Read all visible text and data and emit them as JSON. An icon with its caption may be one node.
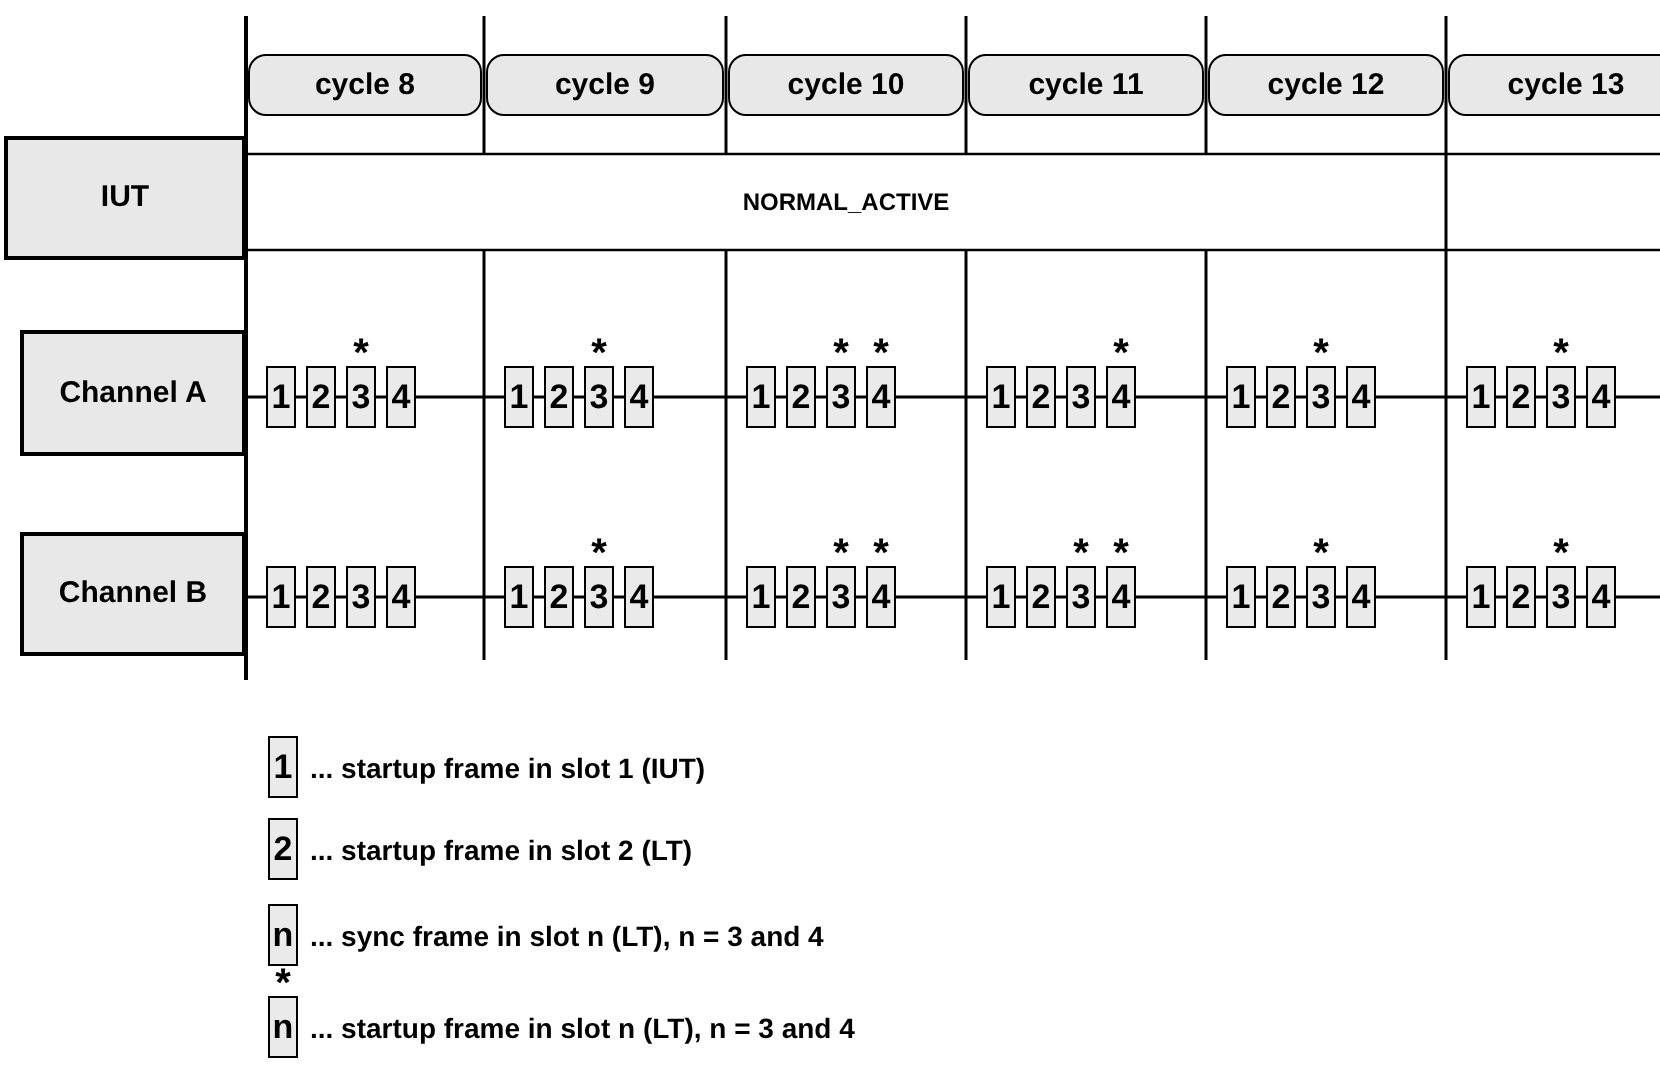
{
  "diagram": {
    "nodes": [
      {
        "text": [
          "IUT"
        ]
      },
      {
        "text": [
          "Channel A"
        ]
      },
      {
        "text": [
          "Channel B"
        ]
      },
      {
        "text": [
          "cycle 8"
        ]
      },
      {
        "text": [
          "cycle 9"
        ]
      },
      {
        "text": [
          "cycle 10"
        ]
      },
      {
        "text": [
          "cycle 11"
        ]
      },
      {
        "text": [
          "cycle 12"
        ]
      },
      {
        "text": [
          "cycle 13"
        ]
      },
      {
        "text": [
          "NORMAL_ACTIVE"
        ]
      },
      {
        "text": [
          "1"
        ]
      },
      {
        "text": [
          "2"
        ]
      },
      {
        "text": [
          "3"
        ],
        "beside": [
          "*"
        ]
      },
      {
        "text": [
          "4"
        ]
      },
      {
        "text": [
          "1"
        ]
      },
      {
        "text": [
          "2"
        ]
      },
      {
        "text": [
          "3"
        ],
        "beside": [
          "*"
        ]
      },
      {
        "text": [
          "4"
        ]
      },
      {
        "text": [
          "1"
        ]
      },
      {
        "text": [
          "2"
        ]
      },
      {
        "text": [
          "3"
        ],
        "beside": [
          "*"
        ]
      },
      {
        "text": [
          "4"
        ],
        "beside": [
          "*"
        ]
      },
      {
        "text": [
          "1"
        ]
      },
      {
        "text": [
          "2"
        ]
      },
      {
        "text": [
          "3"
        ]
      },
      {
        "text": [
          "4"
        ],
        "beside": [
          "*"
        ]
      },
      {
        "text": [
          "1"
        ]
      },
      {
        "text": [
          "2"
        ]
      },
      {
        "text": [
          "3"
        ],
        "beside": [
          "*"
        ]
      },
      {
        "text": [
          "4"
        ]
      },
      {
        "text": [
          "1"
        ]
      },
      {
        "text": [
          "2"
        ]
      },
      {
        "text": [
          "3"
        ],
        "beside": [
          "*"
        ]
      },
      {
        "text": [
          "4"
        ]
      },
      {
        "text": [
          "1"
        ]
      },
      {
        "text": [
          "2"
        ]
      },
      {
        "text": [
          "3"
        ]
      },
      {
        "text": [
          "4"
        ]
      },
      {
        "text": [
          "1"
        ]
      },
      {
        "text": [
          "2"
        ]
      },
      {
        "text": [
          "3"
        ],
        "beside": [
          "*"
        ]
      },
      {
        "text": [
          "4"
        ]
      },
      {
        "text": [
          "1"
        ]
      },
      {
        "text": [
          "2"
        ]
      },
      {
        "text": [
          "3"
        ],
        "beside": [
          "*"
        ]
      },
      {
        "text": [
          "4"
        ],
        "beside": [
          "*"
        ]
      },
      {
        "text": [
          "1"
        ]
      },
      {
        "text": [
          "2"
        ]
      },
      {
        "text": [
          "3"
        ],
        "beside": [
          "*"
        ]
      },
      {
        "text": [
          "4"
        ],
        "beside": [
          "*"
        ]
      },
      {
        "text": [
          "1"
        ]
      },
      {
        "text": [
          "2"
        ]
      },
      {
        "text": [
          "3"
        ],
        "beside": [
          "*"
        ]
      },
      {
        "text": [
          "4"
        ]
      },
      {
        "text": [
          "1"
        ]
      },
      {
        "text": [
          "2"
        ]
      },
      {
        "text": [
          "3"
        ],
        "beside": [
          "*"
        ]
      },
      {
        "text": [
          "4"
        ]
      },
      {
        "text": [
          "1"
        ]
      },
      {
        "text": [
          "2"
        ]
      },
      {
        "text": [
          "n"
        ]
      },
      {
        "text": [
          "n"
        ],
        "beside": [
          "*"
        ]
      }
    ],
    "edges": [
      {
        "from": 1,
        "to": 10,
        "arrow": "none"
      },
      {
        "from": 10,
        "to": 11,
        "arrow": "none"
      },
      {
        "from": 11,
        "to": 12,
        "arrow": "none"
      },
      {
        "from": 12,
        "to": 13,
        "arrow": "none"
      },
      {
        "from": 13,
        "to": 14,
        "arrow": "none"
      },
      {
        "from": 14,
        "to": 15,
        "arrow": "none"
      },
      {
        "from": 15,
        "to": 16,
        "arrow": "none"
      },
      {
        "from": 16,
        "to": 17,
        "arrow": "none"
      },
      {
        "from": 17,
        "to": 18,
        "arrow": "none"
      },
      {
        "from": 18,
        "to": 19,
        "arrow": "none"
      },
      {
        "from": 19,
        "to": 20,
        "arrow": "none"
      },
      {
        "from": 20,
        "to": 21,
        "arrow": "none"
      },
      {
        "from": 21,
        "to": 22,
        "arrow": "none"
      },
      {
        "from": 22,
        "to": 23,
        "arrow": "none"
      },
      {
        "from": 23,
        "to": 24,
        "arrow": "none"
      },
      {
        "from": 24,
        "to": 25,
        "arrow": "none"
      },
      {
        "from": 25,
        "to": 26,
        "arrow": "none"
      },
      {
        "from": 26,
        "to": 27,
        "arrow": "none"
      },
      {
        "from": 27,
        "to": 28,
        "arrow": "none"
      },
      {
        "from": 28,
        "to": 29,
        "arrow": "none"
      },
      {
        "from": 29,
        "to": 30,
        "arrow": "none"
      },
      {
        "from": 30,
        "to": 31,
        "arrow": "none"
      },
      {
        "from": 31,
        "to": 32,
        "arrow": "none"
      },
      {
        "from": 32,
        "to": 33,
        "arrow": "none"
      },
      {
        "from": 33,
        "to": null,
        "arrow": "none"
      },
      {
        "from": 2,
        "to": 34,
        "arrow": "none"
      },
      {
        "from": 34,
        "to": 35,
        "arrow": "none"
      },
      {
        "from": 35,
        "to": 36,
        "arrow": "none"
      },
      {
        "from": 36,
        "to": 37,
        "arrow": "none"
      },
      {
        "from": 37,
        "to": 38,
        "arrow": "none"
      },
      {
        "from": 38,
        "to": 39,
        "arrow": "none"
      },
      {
        "from": 39,
        "to": 40,
        "arrow": "none"
      },
      {
        "from": 40,
        "to": 41,
        "arrow": "none"
      },
      {
        "from": 41,
        "to": 42,
        "arrow": "none"
      },
      {
        "from": 42,
        "to": 43,
        "arrow": "none"
      },
      {
        "from": 43,
        "to": 44,
        "arrow": "none"
      },
      {
        "from": 44,
        "to": 45,
        "arrow": "none"
      },
      {
        "from": 45,
        "to": 46,
        "arrow": "none"
      },
      {
        "from": 46,
        "to": 47,
        "arrow": "none"
      },
      {
        "from": 47,
        "to": 48,
        "arrow": "none"
      },
      {
        "from": 48,
        "to": 49,
        "arrow": "none"
      },
      {
        "from": 49,
        "to": 50,
        "arrow": "none"
      },
      {
        "from": 50,
        "to": 51,
        "arrow": "none"
      },
      {
        "from": 51,
        "to": 52,
        "arrow": "none"
      },
      {
        "from": 52,
        "to": 53,
        "arrow": "none"
      },
      {
        "from": 53,
        "to": 54,
        "arrow": "none"
      },
      {
        "from": 54,
        "to": 55,
        "arrow": "none"
      },
      {
        "from": 55,
        "to": 56,
        "arrow": "none"
      },
      {
        "from": 56,
        "to": 57,
        "arrow": "none"
      },
      {
        "from": 57,
        "to": null,
        "arrow": "none"
      }
    ],
    "legend": [
      {
        "text": "... startup frame in slot 1 (IUT)"
      },
      {
        "text": "... startup frame in slot 2 (LT)"
      },
      {
        "text": "... sync frame in slot n (LT), n = 3 and 4"
      },
      {
        "text": "... startup frame in slot n (LT), n = 3 and 4"
      }
    ]
  }
}
